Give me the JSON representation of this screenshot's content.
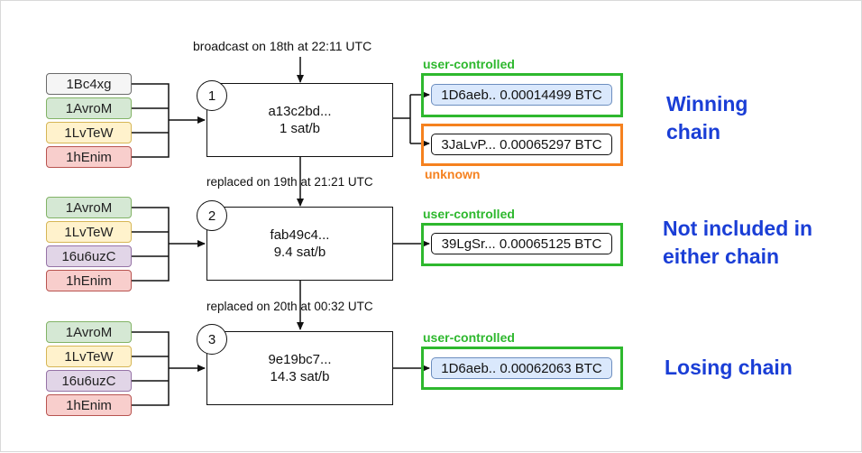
{
  "transactions": [
    {
      "number": "1",
      "txid": "a13c2bd...",
      "feerate": "1 sat/b",
      "event": "broadcast on 18th at 22:11 UTC",
      "inputs": [
        {
          "label": "1Bc4xg",
          "color": "#f5f5f5"
        },
        {
          "label": "1AvroM",
          "color": "#d5e8d4"
        },
        {
          "label": "1LvTeW",
          "color": "#fff2cc"
        },
        {
          "label": "1hEnim",
          "color": "#f8cecc"
        }
      ],
      "outputs": [
        {
          "addr": "1D6aeb..",
          "amount": "0.00014499 BTC",
          "tag": "user-controlled"
        },
        {
          "addr": "3JaLvP...",
          "amount": "0.00065297 BTC",
          "tag": "unknown"
        }
      ],
      "chain_label": "Winning chain"
    },
    {
      "number": "2",
      "txid": "fab49c4...",
      "feerate": "9.4 sat/b",
      "event": "replaced on 19th at 21:21 UTC",
      "inputs": [
        {
          "label": "1AvroM",
          "color": "#d5e8d4"
        },
        {
          "label": "1LvTeW",
          "color": "#fff2cc"
        },
        {
          "label": "16u6uzC",
          "color": "#e1d5e7"
        },
        {
          "label": "1hEnim",
          "color": "#f8cecc"
        }
      ],
      "outputs": [
        {
          "addr": "39LgSr...",
          "amount": "0.00065125 BTC",
          "tag": "user-controlled"
        }
      ],
      "chain_label": "Not included in either chain"
    },
    {
      "number": "3",
      "txid": "9e19bc7...",
      "feerate": "14.3 sat/b",
      "event": "replaced on 20th at 00:32 UTC",
      "inputs": [
        {
          "label": "1AvroM",
          "color": "#d5e8d4"
        },
        {
          "label": "1LvTeW",
          "color": "#fff2cc"
        },
        {
          "label": "16u6uzC",
          "color": "#e1d5e7"
        },
        {
          "label": "1hEnim",
          "color": "#f8cecc"
        }
      ],
      "outputs": [
        {
          "addr": "1D6aeb..",
          "amount": "0.00062063 BTC",
          "tag": "user-controlled"
        }
      ],
      "chain_label": "Losing chain"
    }
  ],
  "chain_lines": {
    "winning": [
      "Winning",
      "chain"
    ],
    "not_included": [
      "Not included in",
      "either chain"
    ],
    "losing": [
      "Losing chain"
    ]
  },
  "colors": {
    "user_controlled": "#2eb82e",
    "unknown": "#f5811f",
    "chain_text": "#1a3ed6",
    "output_highlight": "#dae8fc"
  }
}
